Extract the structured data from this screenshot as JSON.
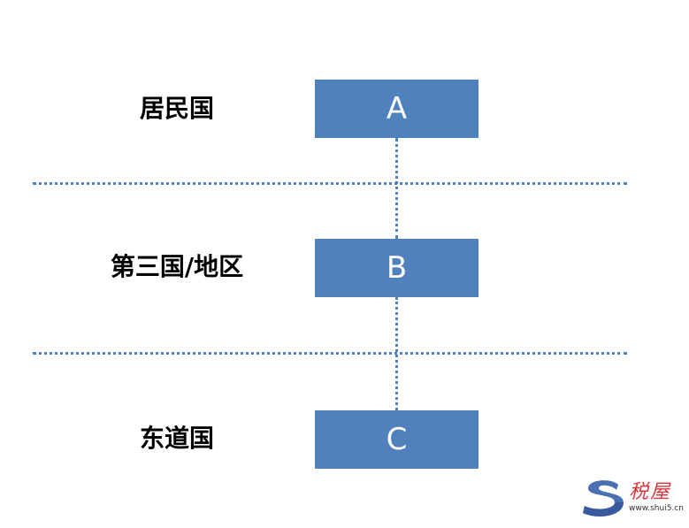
{
  "rows": {
    "resident_label": "居民国",
    "third_label": "第三国/地区",
    "source_label": "东道国"
  },
  "nodes": {
    "a": "A",
    "b": "B",
    "c": "C"
  },
  "colors": {
    "node_fill": "#4f81bd",
    "line": "#4f81bd",
    "watermark_red": "#d9363e"
  },
  "watermark": {
    "brand": "税屋",
    "url": "www.shui5.cn"
  }
}
